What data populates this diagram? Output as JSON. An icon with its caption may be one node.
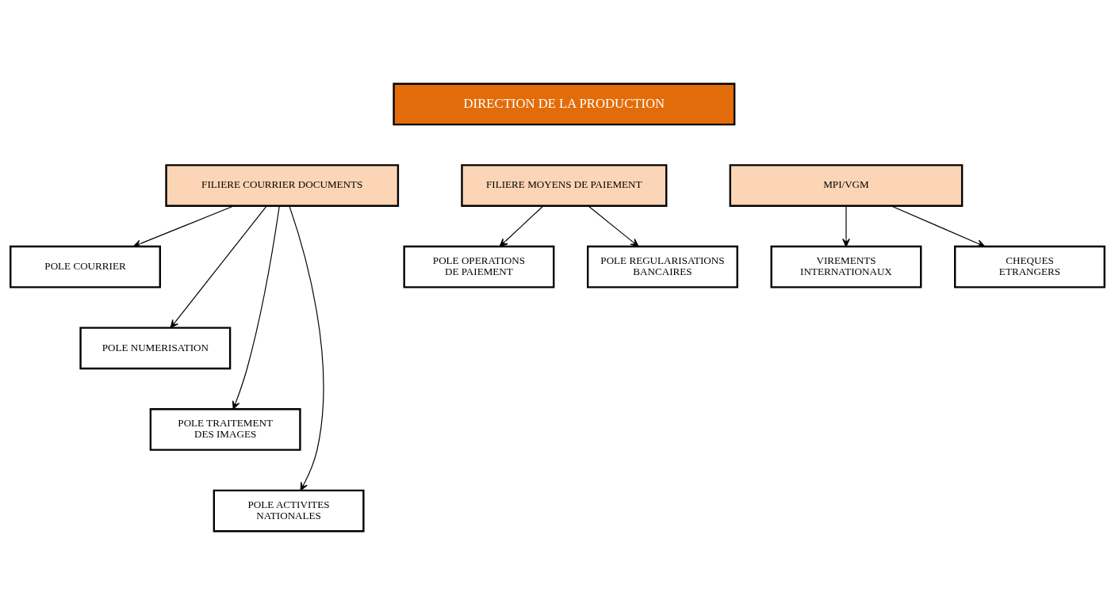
{
  "diagram": {
    "nodes": [
      {
        "text": [
          "DIRECTION DE LA PRODUCTION"
        ]
      },
      {
        "text": [
          "FILIERE COURRIER DOCUMENTS"
        ]
      },
      {
        "text": [
          "FILIERE MOYENS DE PAIEMENT"
        ]
      },
      {
        "text": [
          "MPI/VGM"
        ]
      },
      {
        "text": [
          "POLE COURRIER"
        ]
      },
      {
        "text": [
          "POLE NUMERISATION"
        ]
      },
      {
        "text": [
          "POLE TRAITEMENT DES IMAGES"
        ]
      },
      {
        "text": [
          "POLE ACTIVITES NATIONALES"
        ]
      },
      {
        "text": [
          "POLE OPERATIONS DE PAIEMENT"
        ]
      },
      {
        "text": [
          "POLE REGULARISATIONS BANCAIRES"
        ]
      },
      {
        "text": [
          "VIREMENTS INTERNATIONAUX"
        ]
      },
      {
        "text": [
          "CHEQUES ETRANGERS"
        ]
      }
    ],
    "edges": [
      {
        "from": 1,
        "to": 4,
        "arrow": "to"
      },
      {
        "from": 1,
        "to": 5,
        "arrow": "to"
      },
      {
        "from": 1,
        "to": 6,
        "arrow": "to"
      },
      {
        "from": 1,
        "to": 7,
        "arrow": "to"
      },
      {
        "from": 2,
        "to": 8,
        "arrow": "to"
      },
      {
        "from": 2,
        "to": 9,
        "arrow": "to"
      },
      {
        "from": 3,
        "to": 10,
        "arrow": "to"
      },
      {
        "from": 3,
        "to": 11,
        "arrow": "to"
      }
    ]
  }
}
